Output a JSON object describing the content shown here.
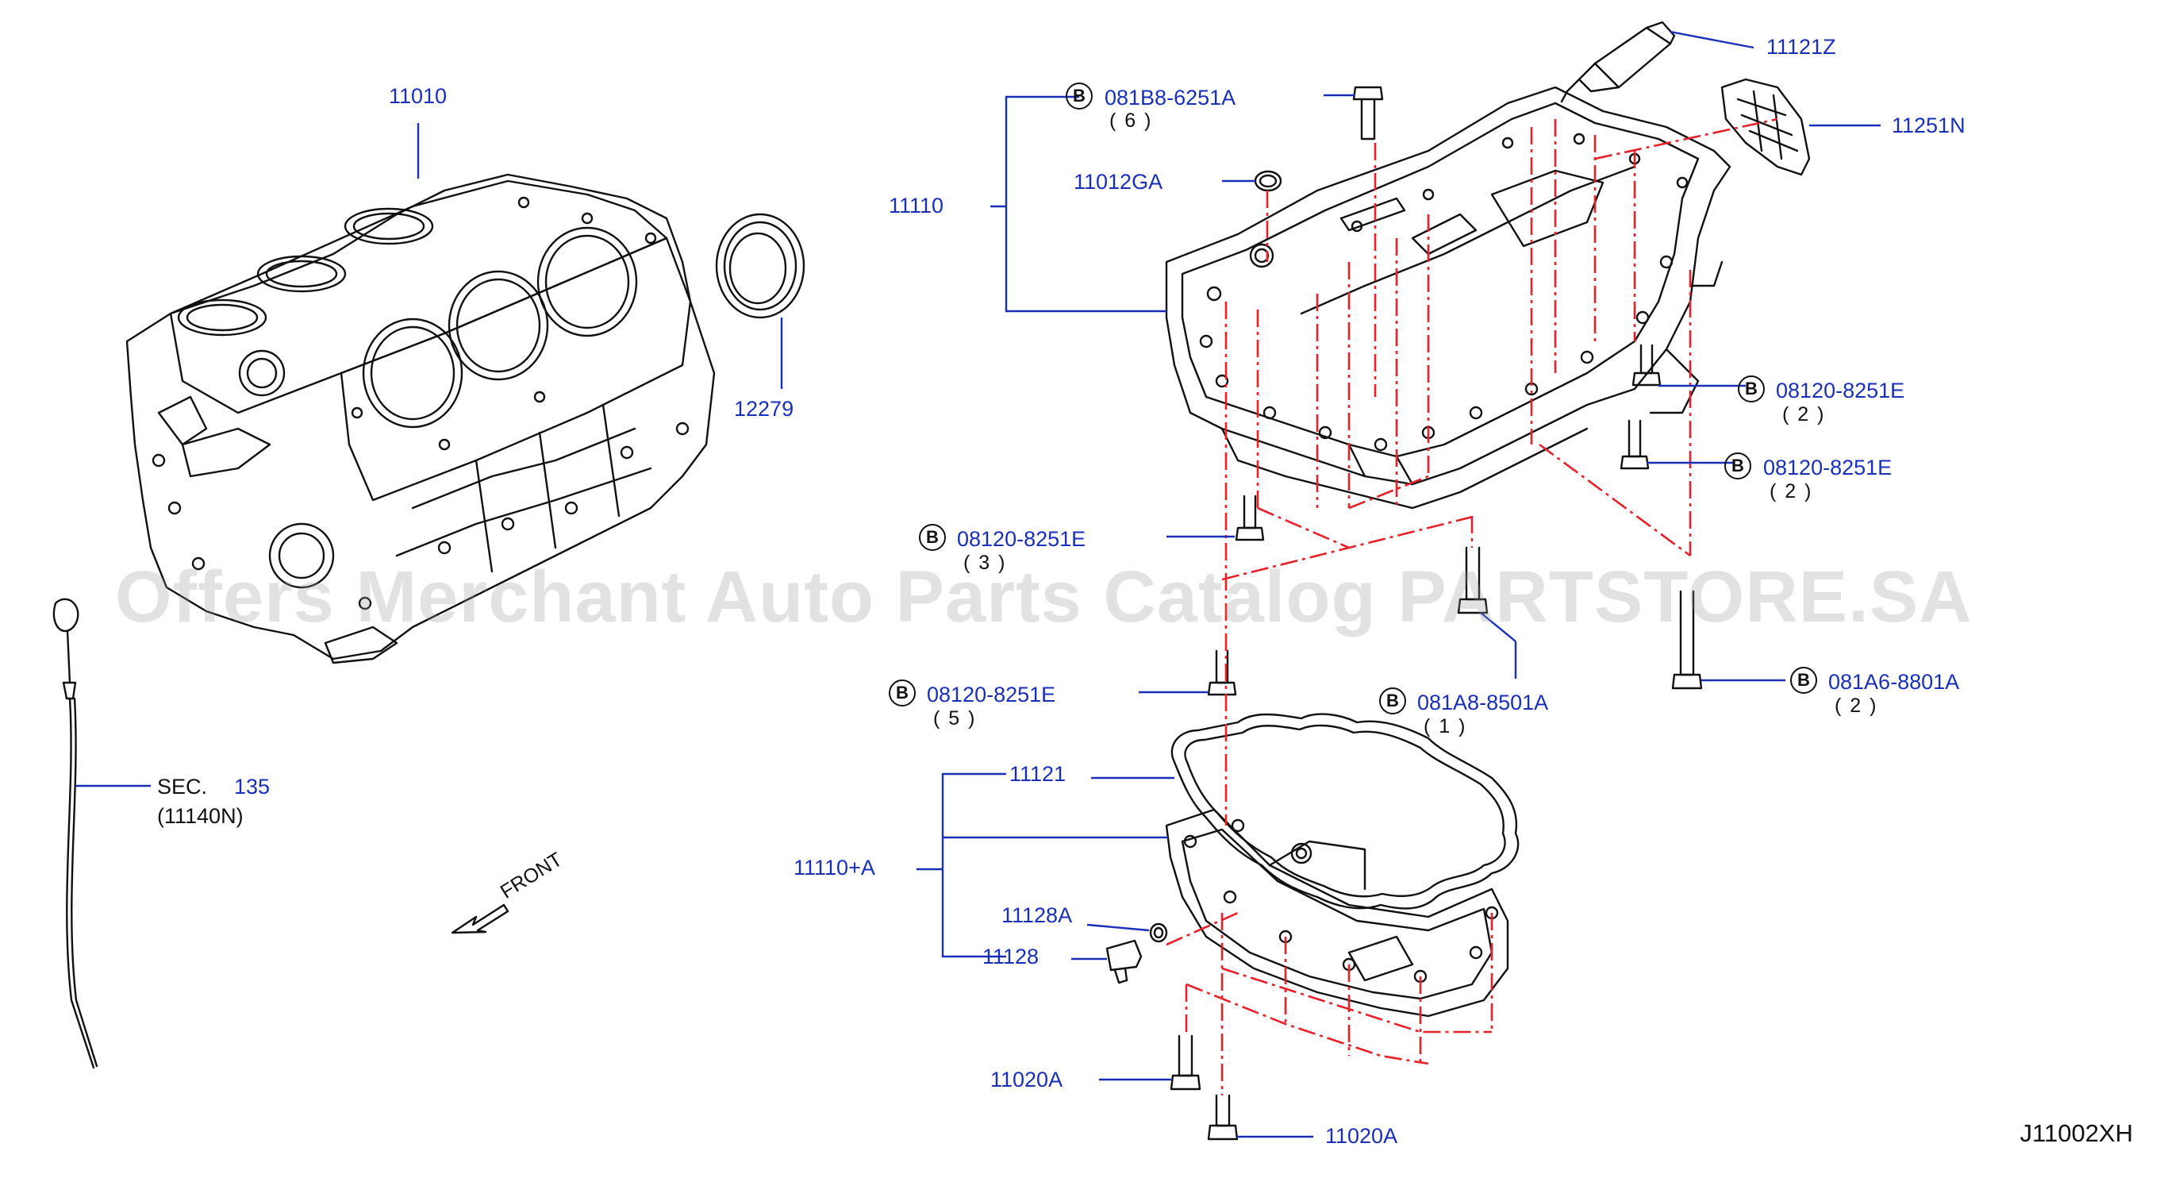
{
  "watermark": "Offers Merchant Auto Parts Catalog PARTSTORE.SA",
  "diagram_code": "J11002XH",
  "front_label": "FRONT",
  "sec": {
    "prefix": "SEC.",
    "number": "135",
    "ref": "(11140N)"
  },
  "bolt_marker": "B",
  "labels": {
    "block": "11010",
    "seal": "12279",
    "upper_pan": "11110",
    "o_ring": "11012GA",
    "hose": "11121Z",
    "baffle": "11251N",
    "gasket": "11121",
    "pan_assy": "11110+A",
    "drain_washer": "11128A",
    "drain_plug": "11128",
    "bolt_lower_1": "11020A",
    "bolt_lower_2": "11020A"
  },
  "bolts": [
    {
      "part": "081B8-6251A",
      "qty": "( 6 )"
    },
    {
      "part": "08120-8251E",
      "qty": "( 2 )"
    },
    {
      "part": "08120-8251E",
      "qty": "( 2 )"
    },
    {
      "part": "08120-8251E",
      "qty": "( 3 )"
    },
    {
      "part": "08120-8251E",
      "qty": "( 5 )"
    },
    {
      "part": "081A8-8501A",
      "qty": "( 1 )"
    },
    {
      "part": "081A6-8801A",
      "qty": "( 2 )"
    }
  ],
  "colors": {
    "label": "#1a2fb8",
    "leader": "#1a2fb8",
    "dash": "#e8202a",
    "line": "#111111"
  }
}
